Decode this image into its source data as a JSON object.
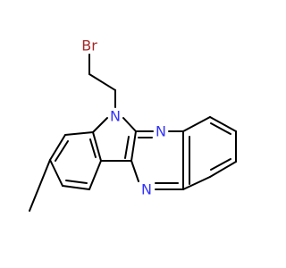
{
  "atoms": {
    "bromine": {
      "text": "Br",
      "color": "#a62929"
    },
    "indole_nitrogen": {
      "text": "N",
      "color": "#3333ff"
    },
    "pyrazine_nitrogen_top": {
      "text": "N",
      "color": "#3333ff"
    },
    "pyrazine_nitrogen_bottom": {
      "text": "N",
      "color": "#3333ff"
    }
  },
  "colors": {
    "bond": "#000000",
    "background": "#ffffff"
  }
}
